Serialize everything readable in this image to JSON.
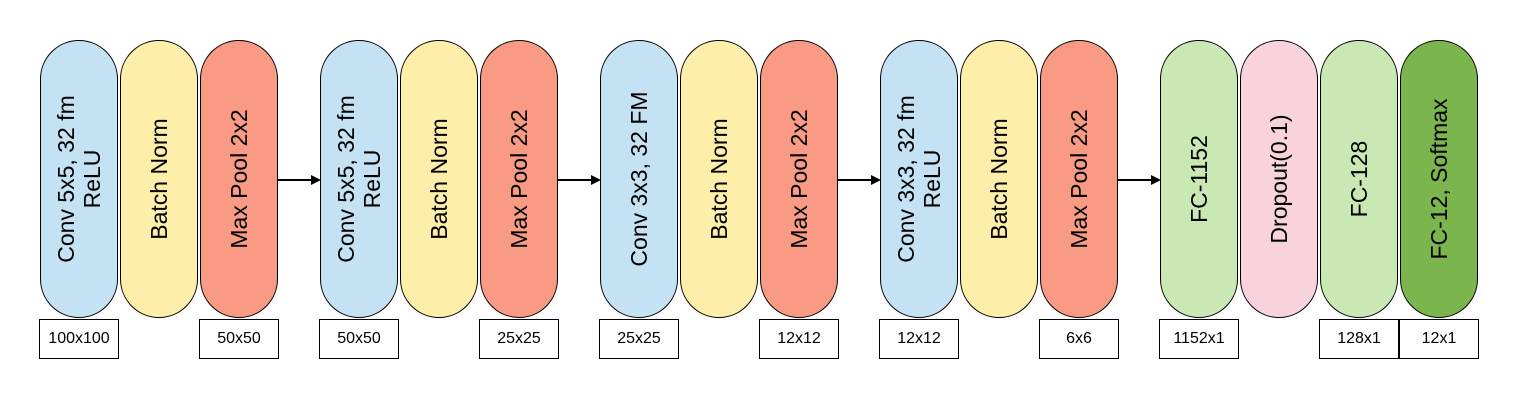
{
  "blocks": [
    {
      "label": "Conv 5x5, 32 fm\nReLU",
      "color": "#c5e2f5"
    },
    {
      "label": "Batch Norm",
      "color": "#fdeeaa"
    },
    {
      "label": "Max Pool 2x2",
      "color": "#f99a85"
    },
    {
      "label": "Conv 5x5, 32 fm\nReLU",
      "color": "#c5e2f5"
    },
    {
      "label": "Batch Norm",
      "color": "#fdeeaa"
    },
    {
      "label": "Max Pool 2x2",
      "color": "#f99a85"
    },
    {
      "label": "Conv 3x3, 32 FM",
      "color": "#c5e2f5"
    },
    {
      "label": "Batch Norm",
      "color": "#fdeeaa"
    },
    {
      "label": "Max Pool 2x2",
      "color": "#f99a85"
    },
    {
      "label": "Conv 3x3, 32 fm\nReLU",
      "color": "#c5e2f5"
    },
    {
      "label": "Batch Norm",
      "color": "#fdeeaa"
    },
    {
      "label": "Max Pool 2x2",
      "color": "#f99a85"
    },
    {
      "label": "FC-1152",
      "color": "#c9e8b3"
    },
    {
      "label": "Dropout(0.1)",
      "color": "#f8d3dd"
    },
    {
      "label": "FC-128",
      "color": "#c9e8b3"
    },
    {
      "label": "FC-12, Softmax",
      "color": "#7ab54d"
    }
  ],
  "dimensions": [
    {
      "block": 0,
      "text": "100x100"
    },
    {
      "block": 2,
      "text": "50x50"
    },
    {
      "block": 3,
      "text": "50x50"
    },
    {
      "block": 5,
      "text": "25x25"
    },
    {
      "block": 6,
      "text": "25x25"
    },
    {
      "block": 8,
      "text": "12x12"
    },
    {
      "block": 9,
      "text": "12x12"
    },
    {
      "block": 11,
      "text": "6x6"
    },
    {
      "block": 12,
      "text": "1152x1"
    },
    {
      "block": 14,
      "text": "128x1"
    },
    {
      "block": 15,
      "text": "12x1"
    }
  ],
  "arrows_after_blocks": [
    2,
    5,
    8,
    11
  ]
}
